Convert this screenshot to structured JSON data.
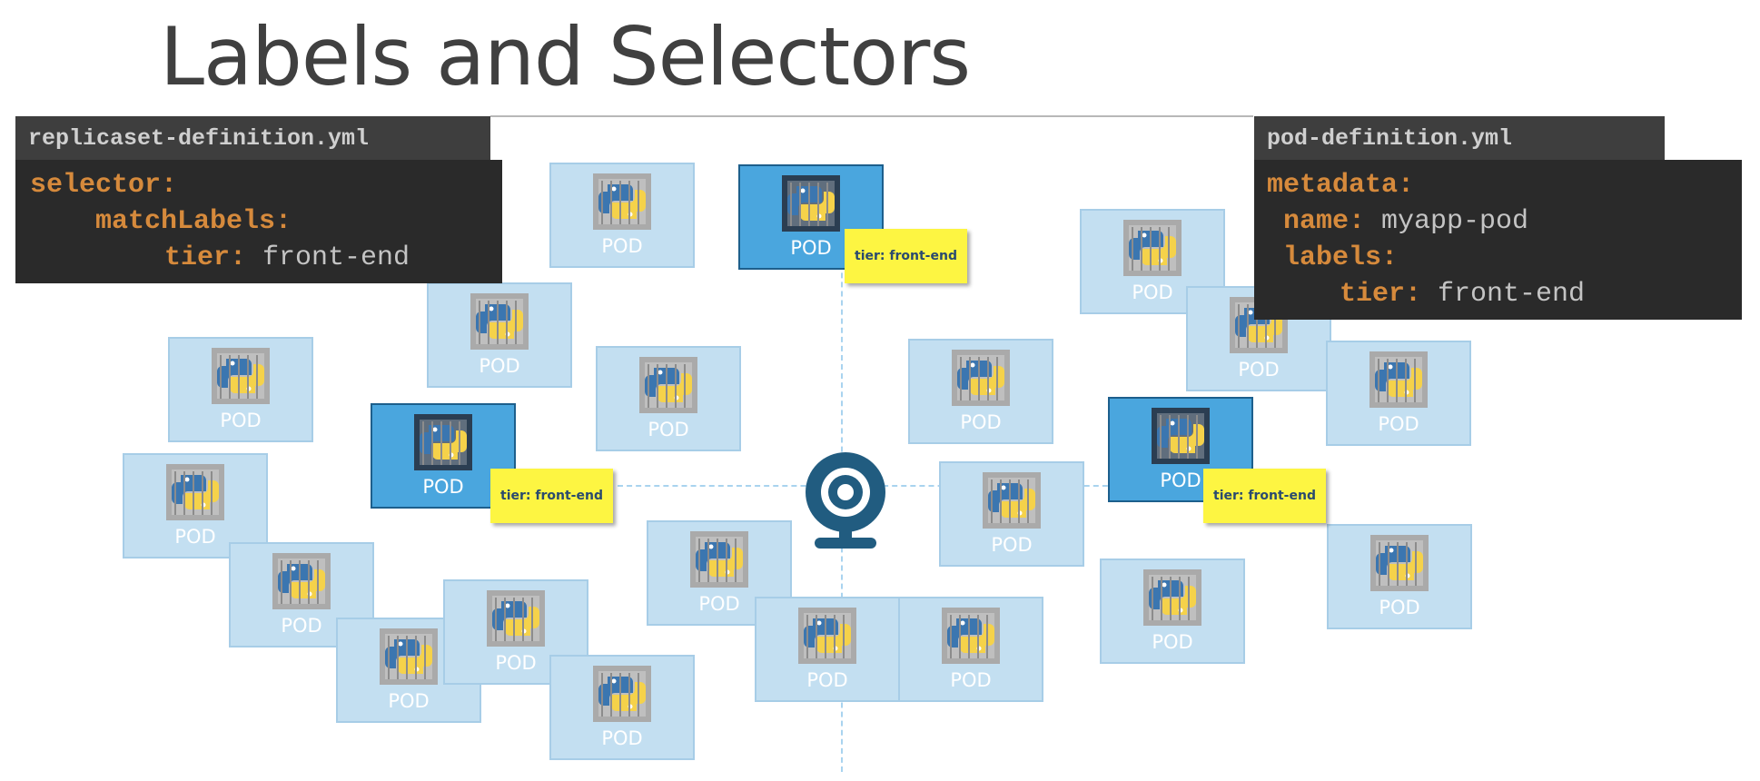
{
  "title": "Labels and Selectors",
  "pod_label": "POD",
  "tag_text": "tier: front-end",
  "replicaset": {
    "filename": "replicaset-definition.yml",
    "lines": [
      {
        "key": "selector:",
        "value": ""
      },
      {
        "key": "matchLabels:",
        "value": ""
      },
      {
        "key": "tier:",
        "value": " front-end"
      }
    ]
  },
  "pod_definition": {
    "filename": "pod-definition.yml",
    "lines": [
      {
        "key": "metadata:",
        "value": ""
      },
      {
        "key": "name:",
        "value": " myapp-pod"
      },
      {
        "key": "labels:",
        "value": ""
      },
      {
        "key": "tier:",
        "value": " front-end"
      }
    ]
  },
  "colors": {
    "pod_faded": "#c3dff1",
    "pod_selected": "#4aa6de",
    "label_tag": "#fdf542",
    "yaml_key": "#d68a3c",
    "icon": "python-logo"
  },
  "watcher_icon": "camera-eye-icon"
}
